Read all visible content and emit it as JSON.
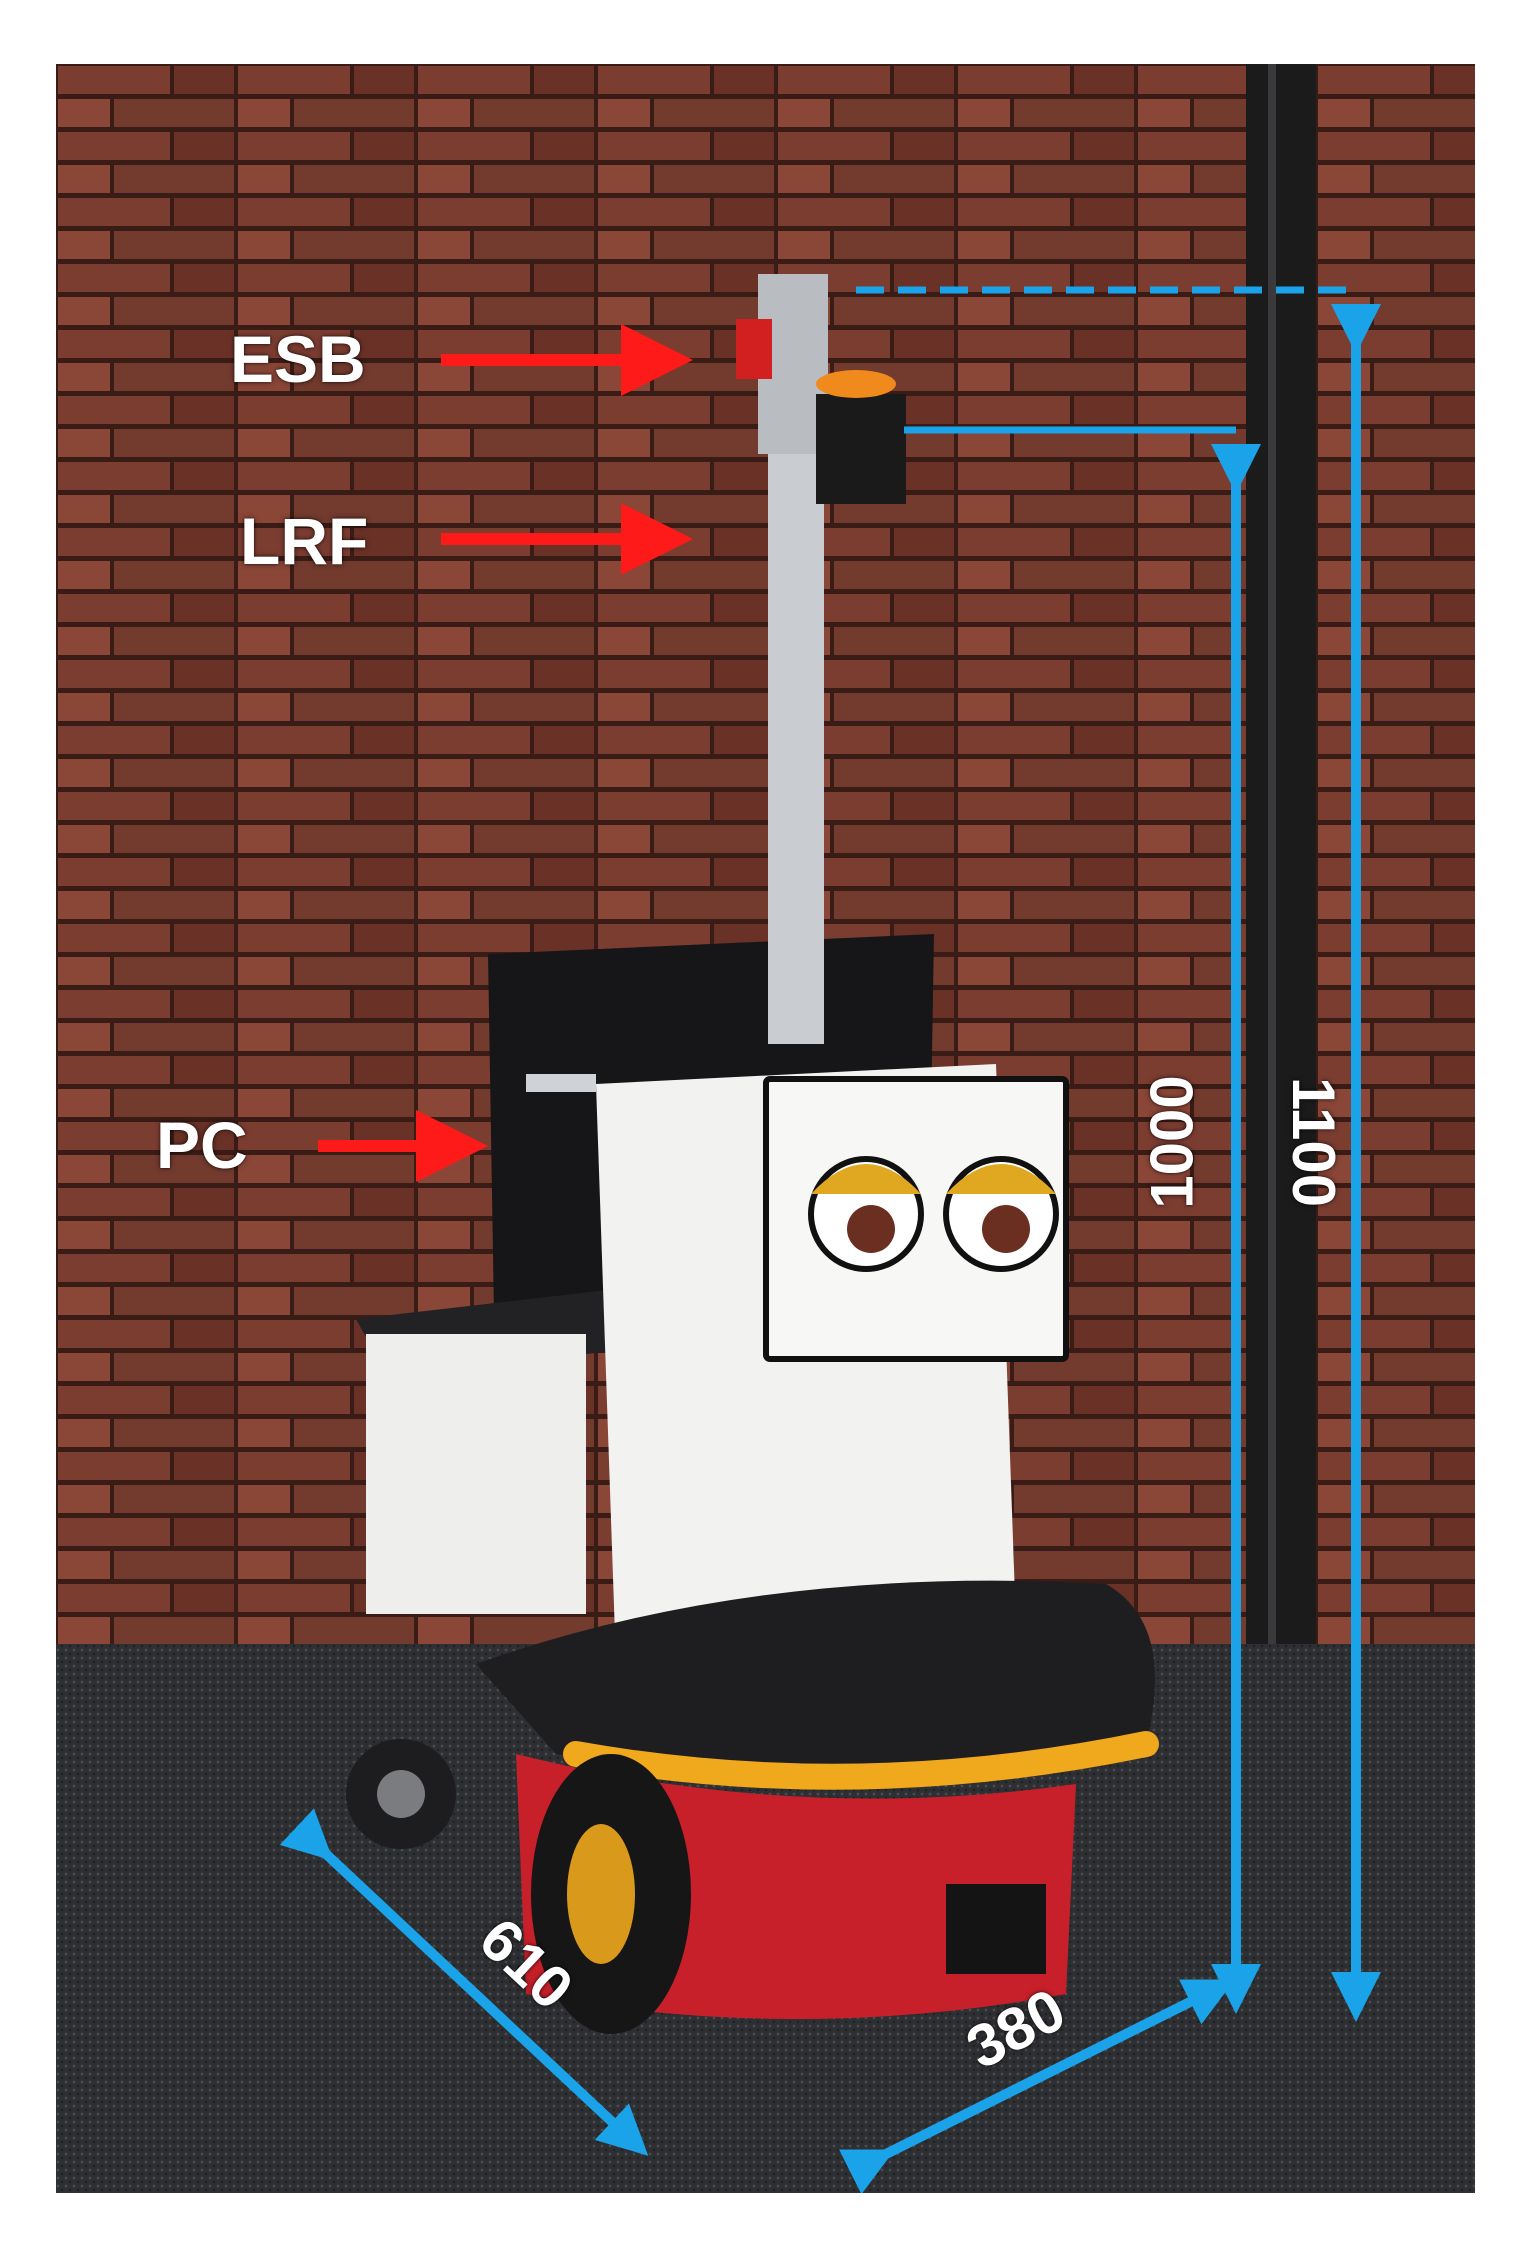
{
  "labels": {
    "esb": "ESB",
    "lrf": "LRF",
    "pc": "PC"
  },
  "dimensions": {
    "length": "610",
    "width": "380",
    "lrf_height": "1000",
    "total_height": "1100"
  },
  "colors": {
    "pointer_arrow": "#ff1a1a",
    "dimension_line": "#1aa3e8",
    "label_text": "#ffffff",
    "brick_wall": "#7a3a2e",
    "carpet": "#2f3033",
    "robot_body": "#f2f2f0",
    "robot_base": "#c8202a",
    "bumper": "#f0a81c"
  },
  "icons": [
    "red-pointer-arrow",
    "blue-dimension-arrow",
    "dashed-reference-line"
  ]
}
